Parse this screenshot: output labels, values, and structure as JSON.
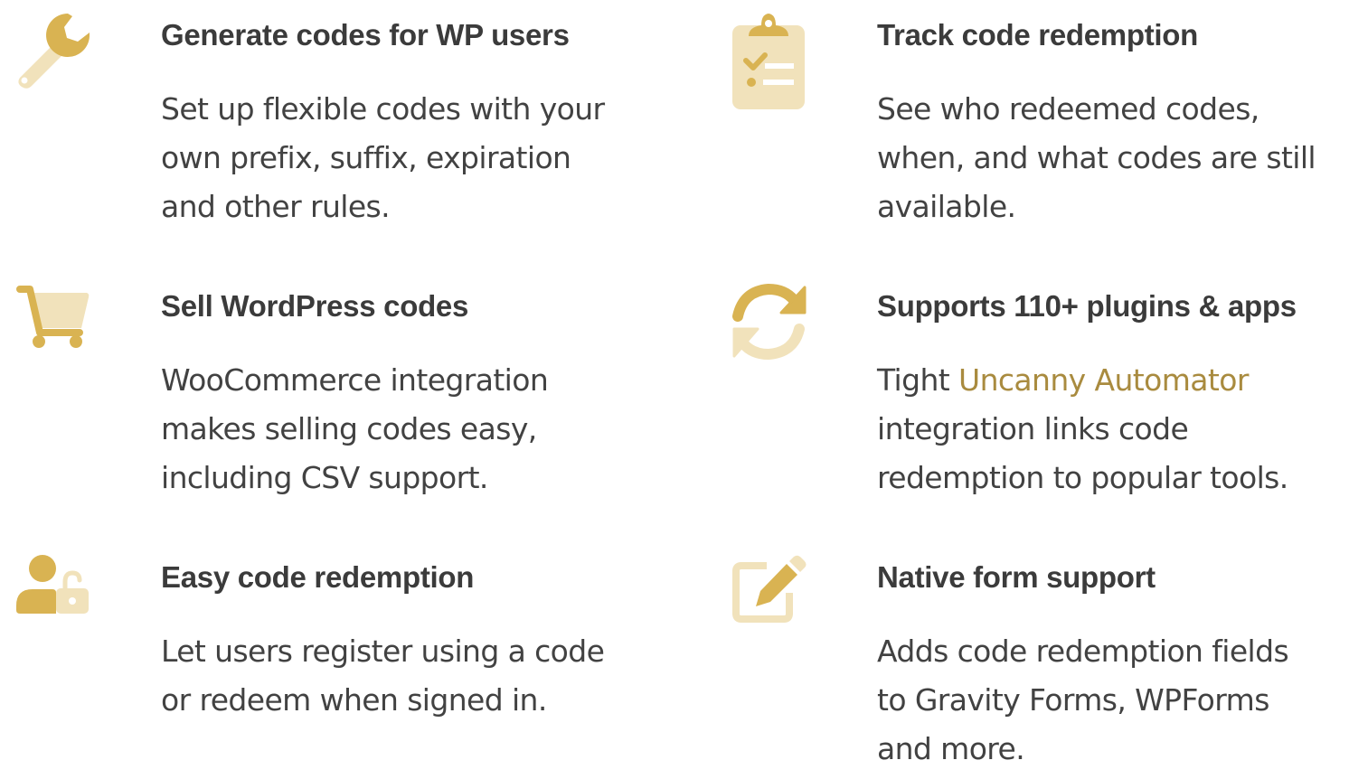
{
  "colors": {
    "icon_primary": "#d9b352",
    "icon_secondary": "#f1e2bb",
    "heading": "#3b3b3b",
    "body_text": "#424242",
    "link": "#a98b3f",
    "background": "#ffffff"
  },
  "features": [
    {
      "icon": "wrench-icon",
      "title": "Generate codes for WP users",
      "desc_lines": [
        "Set up flexible codes with your",
        "own prefix, suffix, expiration",
        "and other rules."
      ]
    },
    {
      "icon": "clipboard-checklist-icon",
      "title": "Track code redemption",
      "desc_lines": [
        "See who redeemed codes,",
        "when, and what codes are still",
        "available."
      ]
    },
    {
      "icon": "shopping-cart-icon",
      "title": "Sell WordPress codes",
      "desc_lines": [
        "WooCommerce integration",
        "makes selling codes easy,",
        "including CSV support."
      ]
    },
    {
      "icon": "sync-arrows-icon",
      "title": "Supports 110+ plugins & apps",
      "desc_prefix": "Tight ",
      "desc_link": "Uncanny Automator",
      "desc_lines": [
        "integration links code",
        "redemption to popular tools."
      ]
    },
    {
      "icon": "user-unlock-icon",
      "title": "Easy code redemption",
      "desc_lines": [
        "Let users register using a code",
        "or redeem when signed in."
      ]
    },
    {
      "icon": "edit-form-icon",
      "title": "Native form support",
      "desc_lines": [
        "Adds code redemption fields",
        "to Gravity Forms, WPForms",
        "and more."
      ]
    }
  ]
}
